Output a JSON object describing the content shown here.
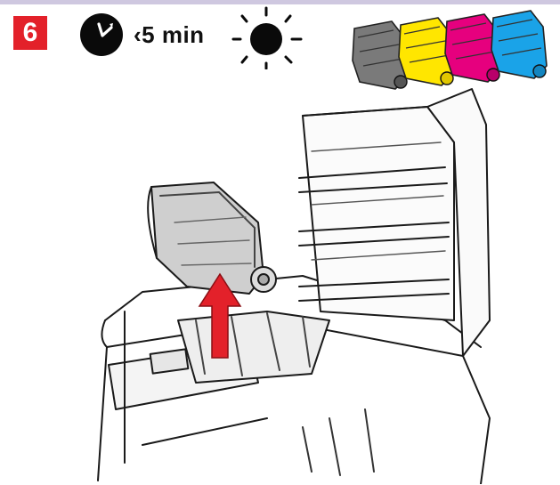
{
  "step": {
    "number": "6",
    "color": "#e3212a"
  },
  "duration": {
    "icon": "clock-icon",
    "label": "‹5 min"
  },
  "lighting": {
    "icon": "sun-icon"
  },
  "cartridges": [
    {
      "name": "black",
      "color": "#6b6b6b"
    },
    {
      "name": "yellow",
      "color": "#ffe600"
    },
    {
      "name": "magenta",
      "color": "#e6007e"
    },
    {
      "name": "cyan",
      "color": "#1aa3e8"
    }
  ],
  "arrow": {
    "color": "#e3212a"
  }
}
